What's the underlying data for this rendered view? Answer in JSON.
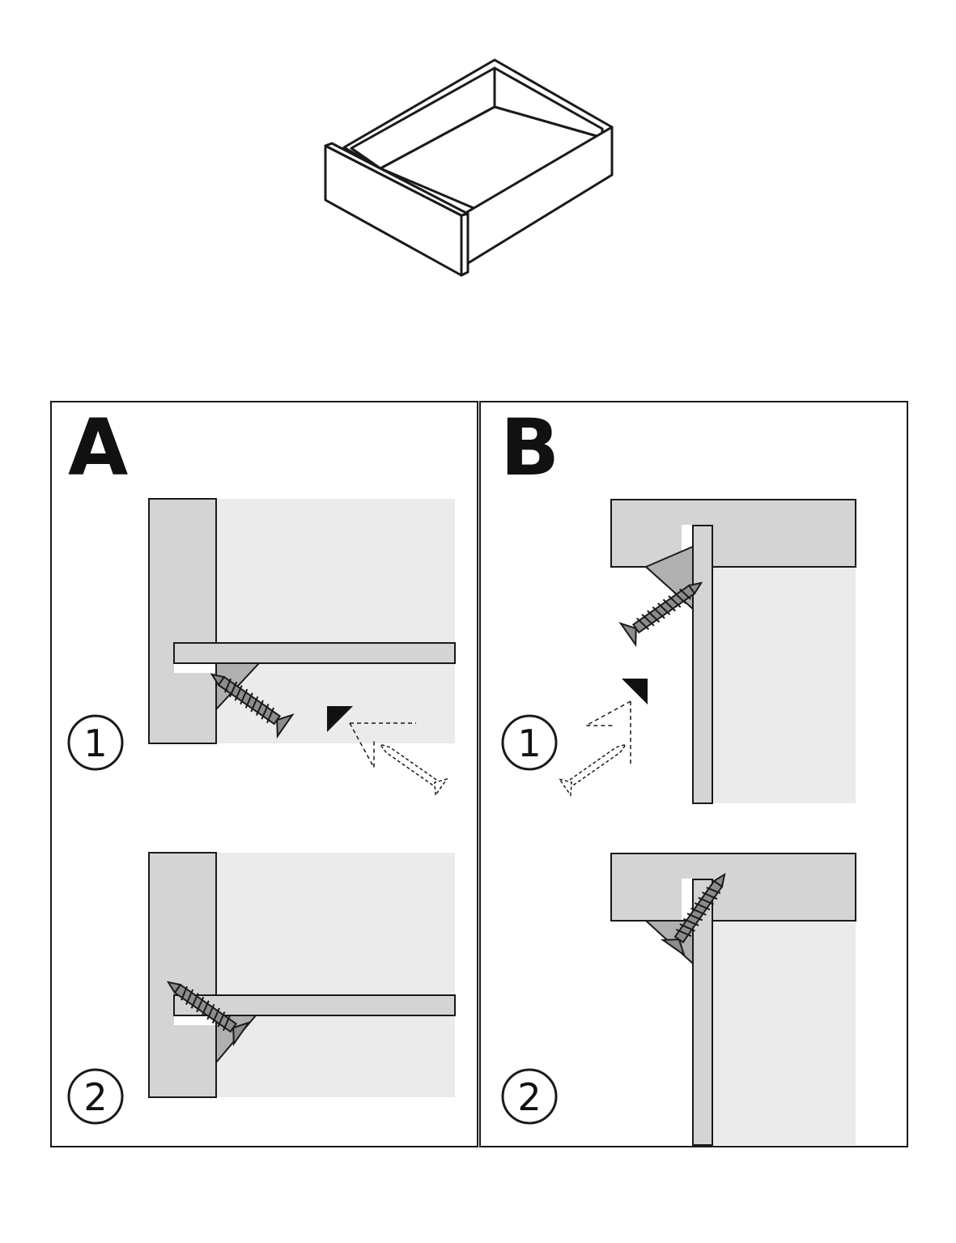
{
  "panels": {
    "a": {
      "letter": "A",
      "steps": [
        "1",
        "2"
      ]
    },
    "b": {
      "letter": "B",
      "steps": [
        "1",
        "2"
      ]
    }
  },
  "colors": {
    "line": "#1a1a1a",
    "board_light": "#ebebeb",
    "board_mid": "#d4d4d4",
    "bracket": "#b0b0b0",
    "screw": "#8c8c8c",
    "arrow": "#111111"
  },
  "icons": [
    "drawer-icon",
    "screw-icon",
    "bracket-icon",
    "direction-arrow-icon"
  ]
}
